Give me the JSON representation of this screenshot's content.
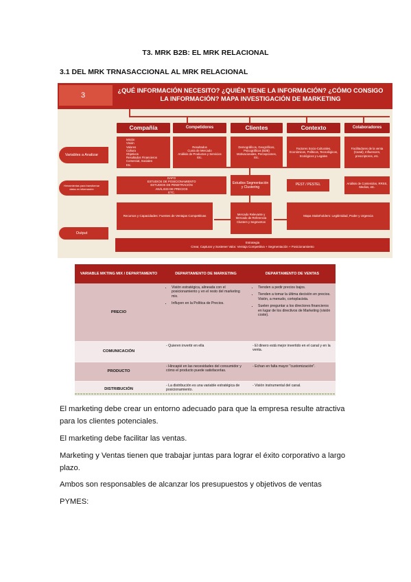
{
  "doc": {
    "title": "T3. MRK B2B: EL MRK RELACIONAL",
    "subtitle": "3.1 DEL MRK TRNASACCIONAL AL MRK RELACIONAL"
  },
  "figure1": {
    "number": "3",
    "question": "¿QUÉ INFORMACIÓN NECESITO? ¿QUIÉN TIENE LA INFORMACIÓN? ¿CÓMO CONSIGO LA INFORMACIÓN? MAPA INVESTIGACIÓN DE MARKETING",
    "columns": [
      "Compañía",
      "Competidores",
      "Clientes",
      "Contexto",
      "Colaboradores"
    ],
    "row_labels": {
      "variables": "Variables a Analizar",
      "tools": "Herramientas para transformar datos en información",
      "output": "Output"
    },
    "cells": {
      "compania": "Misión\nVisión\nValores\nCultura\nObjetivos\nResultados Financieros\nComercial, Sociales\nEtc.",
      "competidores": "Resultados\nCuota de Mercado\nAnálisis de Productos y Servicios\nEtc.",
      "clientes": "Demográficos, Geográficos, Psicográficos (B2B)\nMotivacionales, Percepciones,\nEtc.",
      "contexto": "Factores Socio-Culturales, Económicos, Políticos, Tecnológicos, Ecológicos y Legales",
      "colaboradores": "Facilitadores de la venta (Canal), Influencers, prescriptores, etc.",
      "tools_compania": "DAFO\nESTUDIOS DE POSICIONAMIENTO\nESTUDIOS DE PENETRACIÓN\nANÁLISIS DE PRECIOS\nETC.",
      "tools_clientes": "Estudios Segmentación y Clustering",
      "tools_contexto": "PEST / PESTEL",
      "tools_colaboradores": "Análisis de Contenidos, RRSS, Medios, etc.",
      "output_left": "Recursos y Capacidades: Fuentes de Ventajas Competitivas",
      "output_center": "Mercado Relevante y Mercado de Referencia\nClusters y Segmentos",
      "output_right": "Mapa Stakeholders: Legitimidad, Poder y Urgencia"
    },
    "strategy": {
      "title": "Estrategia",
      "text": "Crear, Capturar y Sostener Valor. Ventaja Competitiva + Segmentación + Posicionamiento"
    }
  },
  "figure2": {
    "headers": [
      "VARIABLE MKTING MIX / DEPARTAMENTO",
      "DEPARTAMENTO DE MARKETING",
      "DEPARTAMENTO DE VENTAS"
    ],
    "rows": [
      {
        "label": "PRECIO",
        "marketing": [
          "Visión estratégica, alineada con el posicionamiento y en el resto del marketing mix.",
          "Influyen en la Política de Precios."
        ],
        "ventas": [
          "Tienden a pedir precios bajos.",
          "Tienden a tomar la última decisión en precios. Visión, a menudo, cortoplacista.",
          "Suelen preguntar a los directores financieros en lugar de los directivos de Marketing (visión coste)."
        ]
      },
      {
        "label": "COMUNICACIÓN",
        "marketing": [
          "- Quieren invertir en ella"
        ],
        "ventas": [
          "- El dinero está mejor invertido en el canal y en la venta."
        ]
      },
      {
        "label": "PRODUCTO",
        "marketing": [
          "- Hincapié en las necesidades del consumidor y cómo el producto puede satisfacerlas."
        ],
        "ventas": [
          "- Echan en falta mayor \"customización\"."
        ]
      },
      {
        "label": "DISTRIBUCIÓN",
        "marketing": [
          "- La distribución es una variable estratégica de posicionamiento."
        ],
        "ventas": [
          "- Visión instrumental del canal."
        ]
      }
    ]
  },
  "paragraphs": [
    "El marketing debe crear un entorno adecuado para que la empresa resulte atractiva para los clientes potenciales.",
    "El marketing debe facilitar las ventas.",
    "Marketing y Ventas tienen que trabajar juntas para lograr el éxito corporativo a largo plazo.",
    "Ambos son responsables de alcanzar los presupuestos y objetivos de ventas",
    "PYMES:"
  ],
  "colors": {
    "brand_red": "#b8271f",
    "cell_red": "#c23125",
    "table_dark": "#dcbfc1",
    "table_light": "#f4e9ea"
  }
}
